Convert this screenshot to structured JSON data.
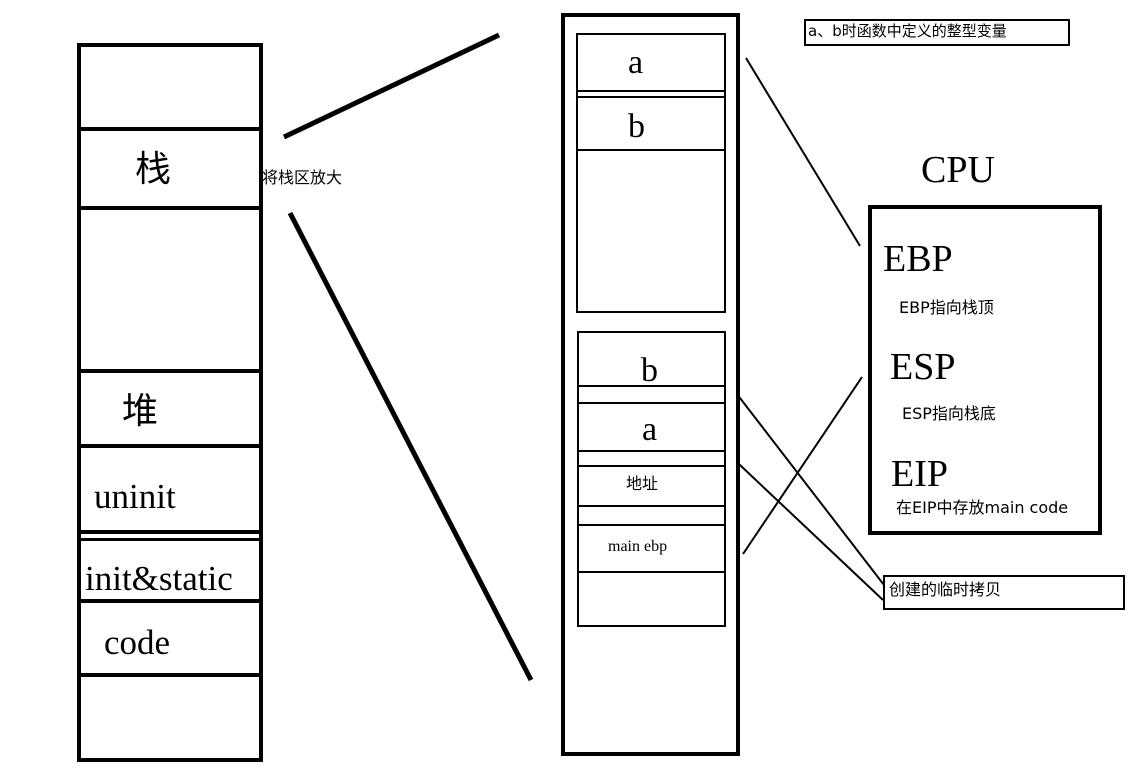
{
  "memory_layout": {
    "stack_label": "栈",
    "heap_label": "堆",
    "uninit_label": "uninit",
    "init_static_label": "init&static",
    "code_label": "code"
  },
  "zoom_label": "将栈区放大",
  "stack_zoom": {
    "frame_top": {
      "var_a": "a",
      "var_b": "b"
    },
    "frame_bottom": {
      "copy_b": "b",
      "copy_a": "a",
      "address": "地址",
      "main_ebp": "main ebp"
    }
  },
  "note_top": "a、b时函数中定义的整型变量",
  "cpu": {
    "title": "CPU",
    "ebp": "EBP",
    "ebp_desc": "EBP指向栈顶",
    "esp": "ESP",
    "esp_desc": "ESP指向栈底",
    "eip": "EIP",
    "eip_desc": "在EIP中存放main code"
  },
  "note_copy": "创建的临时拷贝"
}
